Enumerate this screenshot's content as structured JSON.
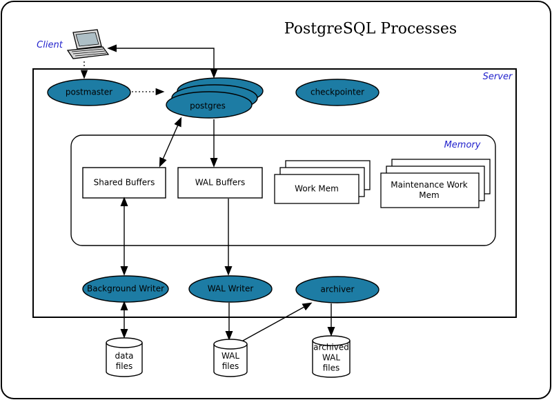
{
  "title": "PostgreSQL Processes",
  "regions": {
    "client": "Client",
    "server": "Server",
    "memory": "Memory"
  },
  "processes": {
    "postmaster": "postmaster",
    "postgres": "postgres",
    "checkpointer": "checkpointer",
    "background_writer": "Background Writer",
    "wal_writer": "WAL Writer",
    "archiver": "archiver"
  },
  "memory_areas": {
    "shared_buffers": "Shared Buffers",
    "wal_buffers": "WAL Buffers",
    "work_mem": "Work Mem",
    "maintenance_work_mem": "Maintenance Work Mem"
  },
  "storage": {
    "data_files": "data\nfiles",
    "wal_files": "WAL\nfiles",
    "archived_wal_files": "archived\nWAL\nfiles"
  },
  "colors": {
    "process_fill": "#1d7ca4",
    "region_label": "#2222cc",
    "stroke": "#000000"
  }
}
